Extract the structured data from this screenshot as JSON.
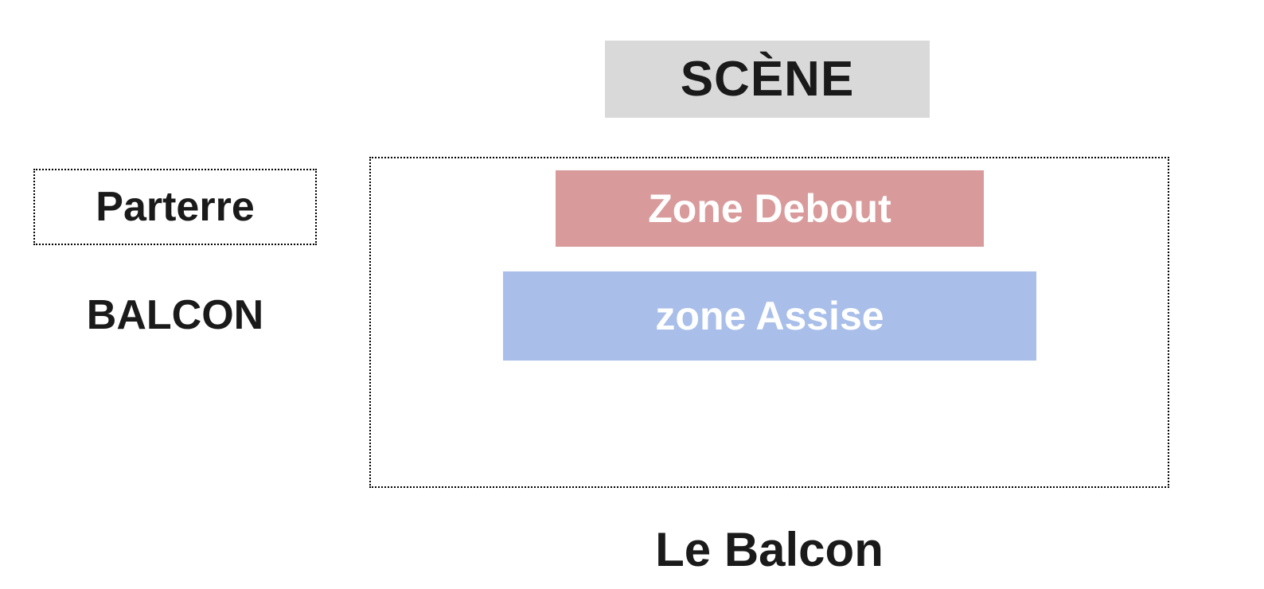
{
  "stage": {
    "label": "SCÈNE"
  },
  "parterre": {
    "label": "Parterre"
  },
  "balcon": {
    "label": "BALCON"
  },
  "hall": {
    "zones": [
      {
        "id": "zone-debout",
        "label": "Zone Debout",
        "color": "#d99a9b",
        "text_color": "#ffffff"
      },
      {
        "id": "zone-assise",
        "label": "zone Assise",
        "color": "#a9bfe9",
        "text_color": "#ffffff"
      }
    ]
  },
  "title": "Le Balcon",
  "colors": {
    "stage_bg": "#d9d9d9",
    "zone_debout_bg": "#d99a9b",
    "zone_assise_bg": "#a9bfe9",
    "zone_text": "#ffffff",
    "label_text": "#1a1a1a",
    "border": "#000000",
    "background": "#ffffff"
  }
}
